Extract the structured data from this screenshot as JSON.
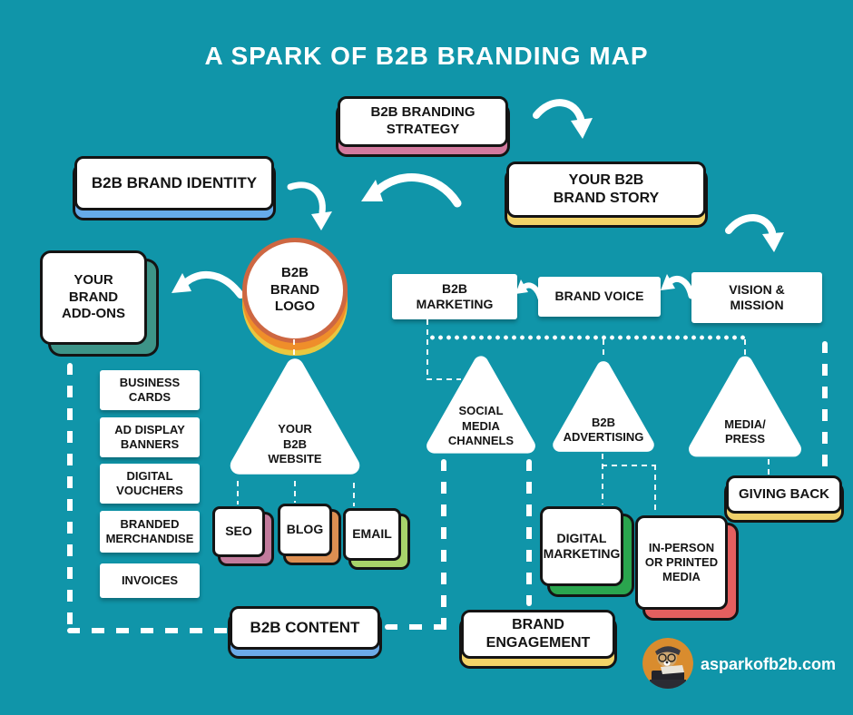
{
  "page": {
    "title": "A SPARK OF B2B BRANDING MAP",
    "website": "asparkofb2b.com"
  },
  "colors": {
    "background": "#1095a9",
    "box_fill": "#ffffff",
    "box_border": "#141414",
    "shadow_pink": "#d3799e",
    "shadow_yellow": "#f3d468",
    "shadow_blue": "#66abe9",
    "shadow_green_teal": "#3d9488",
    "shadow_seo_pink": "#c27b9c",
    "shadow_blog_orange": "#dd8f52",
    "shadow_email_green": "#a8d36a",
    "shadow_digital_green": "#2aa54e",
    "shadow_red": "#e45f5f",
    "logo_ring_orange": "#cd6742",
    "logo_arc_orange": "#ef8e2a",
    "logo_arc_yellow": "#e9c73f",
    "connector_white": "#ffffff"
  },
  "nodes": {
    "strategy": {
      "label": "B2B BRANDING\nSTRATEGY"
    },
    "story": {
      "label": "YOUR B2B\nBRAND STORY"
    },
    "identity": {
      "label": "B2B BRAND IDENTITY"
    },
    "addons": {
      "label": "YOUR\nBRAND\nADD-ONS"
    },
    "logo": {
      "label": "B2B\nBRAND\nLOGO"
    },
    "marketing": {
      "label": "B2B\nMARKETING"
    },
    "voice": {
      "label": "BRAND VOICE"
    },
    "vision": {
      "label": "VISION &\nMISSION"
    },
    "website_triangle": {
      "label": "YOUR\nB2B\nWEBSITE"
    },
    "social_triangle": {
      "label": "SOCIAL\nMEDIA\nCHANNELS"
    },
    "advertising_triangle": {
      "label": "B2B\nADVERTISING"
    },
    "media_triangle": {
      "label": "MEDIA/\nPRESS"
    },
    "business_cards": {
      "label": "BUSINESS\nCARDS"
    },
    "ad_display": {
      "label": "AD DISPLAY\nBANNERS"
    },
    "vouchers": {
      "label": "DIGITAL\nVOUCHERS"
    },
    "merchandise": {
      "label": "BRANDED\nMERCHANDISE"
    },
    "invoices": {
      "label": "INVOICES"
    },
    "seo": {
      "label": "SEO"
    },
    "blog": {
      "label": "BLOG"
    },
    "email": {
      "label": "EMAIL"
    },
    "digital": {
      "label": "DIGITAL\nMARKETING"
    },
    "inperson": {
      "label": "IN-PERSON\nOR PRINTED\nMEDIA"
    },
    "giving": {
      "label": "GIVING BACK"
    },
    "content": {
      "label": "B2B CONTENT"
    },
    "engagement": {
      "label": "BRAND\nENGAGEMENT"
    }
  },
  "icons": {
    "avatar": "dog-typewriter-logo"
  }
}
